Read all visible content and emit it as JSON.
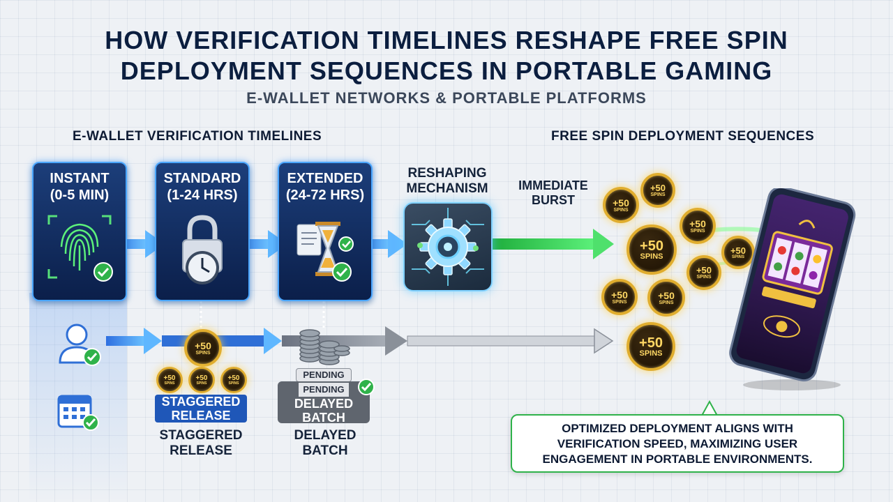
{
  "header": {
    "title_line1": "HOW VERIFICATION TIMELINES RESHAPE FREE SPIN",
    "title_line2": "DEPLOYMENT SEQUENCES IN PORTABLE GAMING",
    "subtitle": "E-WALLET NETWORKS & PORTABLE PLATFORMS"
  },
  "sections": {
    "left_heading": "E-WALLET VERIFICATION TIMELINES",
    "right_heading": "FREE SPIN DEPLOYMENT SEQUENCES"
  },
  "cards": [
    {
      "line1": "INSTANT",
      "line2": "(0-5 MIN)",
      "icon": "fingerprint-icon"
    },
    {
      "line1": "STANDARD",
      "line2": "(1-24 HRS)",
      "icon": "padlock-clock-icon"
    },
    {
      "line1": "EXTENDED",
      "line2": "(24-72 HRS)",
      "icon": "hourglass-document-icon"
    }
  ],
  "mechanism": {
    "line1": "RESHAPING",
    "line2": "MECHANISM",
    "icon": "gear-circuit-icon"
  },
  "burst": {
    "line1": "IMMEDIATE",
    "line2": "BURST"
  },
  "coin": {
    "value": "+50",
    "unit": "SPINS"
  },
  "staggered": {
    "tag_line1": "STAGGERED",
    "tag_line2": "RELEASE",
    "label_line1": "STAGGERED",
    "label_line2": "RELEASE"
  },
  "delayed": {
    "pending1": "PENDING",
    "pending2": "PENDING",
    "tag_line1": "DELAYED",
    "tag_line2": "BATCH",
    "label_line1": "DELAYED",
    "label_line2": "BATCH"
  },
  "callout": {
    "line1": "OPTIMIZED DEPLOYMENT ALIGNS WITH",
    "line2": "VERIFICATION SPEED, MAXIMIZING USER",
    "line3": "ENGAGEMENT IN PORTABLE ENVIRONMENTS."
  },
  "colors": {
    "accent_blue": "#2e8cff",
    "accent_green": "#2fb24a",
    "gold": "#e0ad2e",
    "navy": "#0b1f4a"
  }
}
